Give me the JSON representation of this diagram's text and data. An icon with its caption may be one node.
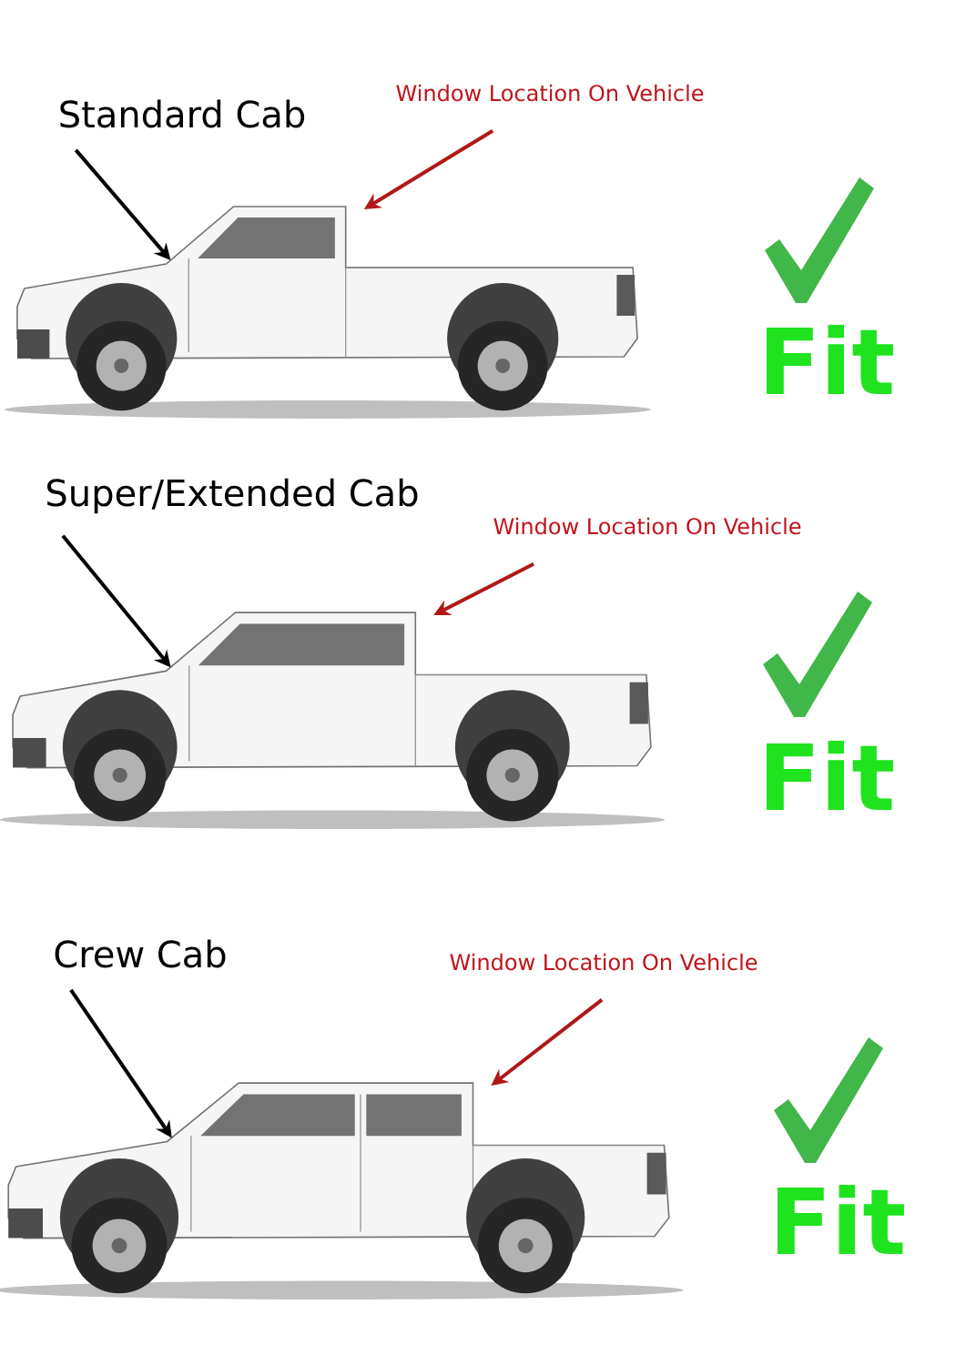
{
  "diagram": {
    "nodes": [
      {
        "text": [
          "Standard Cab"
        ]
      },
      {
        "text": [
          "Window Location On Vehicle"
        ]
      },
      {
        "text": [],
        "shape": "picture"
      },
      {
        "text": [
          "Super/Extended Cab"
        ]
      },
      {
        "text": [
          "Window Location On Vehicle"
        ]
      },
      {
        "text": [],
        "shape": "picture"
      },
      {
        "text": [
          "Crew Cab"
        ]
      },
      {
        "text": [
          "Window Location On Vehicle"
        ]
      },
      {
        "text": [],
        "shape": "picture"
      }
    ],
    "edges": [
      {
        "from": 0,
        "to": 2,
        "arrow": "to"
      },
      {
        "from": 1,
        "to": 2,
        "arrow": "to",
        "color": "#b01818"
      },
      {
        "from": 3,
        "to": 5,
        "arrow": "to"
      },
      {
        "from": 4,
        "to": 5,
        "arrow": "to",
        "color": "#b01818"
      },
      {
        "from": 6,
        "to": 8,
        "arrow": "to"
      },
      {
        "from": 7,
        "to": 8,
        "arrow": "to",
        "color": "#b01818"
      }
    ],
    "labels": [
      "Fit",
      "Fit",
      "Fit"
    ]
  }
}
